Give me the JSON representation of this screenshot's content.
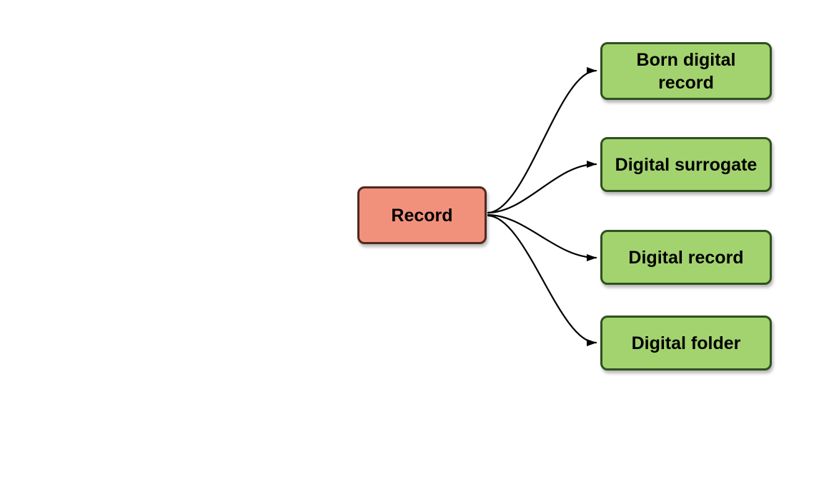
{
  "diagram": {
    "root": {
      "label": "Record",
      "fill": "#F2917B",
      "border": "#4E2A1F"
    },
    "children": [
      {
        "label": "Born digital\nrecord",
        "fill": "#A3D36F",
        "border": "#2F511F"
      },
      {
        "label": "Digital surrogate",
        "fill": "#A3D36F",
        "border": "#2F511F"
      },
      {
        "label": "Digital record",
        "fill": "#A3D36F",
        "border": "#2F511F"
      },
      {
        "label": "Digital folder",
        "fill": "#A3D36F",
        "border": "#2F511F"
      }
    ],
    "edges": [
      {
        "from": "record",
        "to": "born-digital-record"
      },
      {
        "from": "record",
        "to": "digital-surrogate"
      },
      {
        "from": "record",
        "to": "digital-record"
      },
      {
        "from": "record",
        "to": "digital-folder"
      }
    ],
    "arrow_color": "#000000"
  }
}
